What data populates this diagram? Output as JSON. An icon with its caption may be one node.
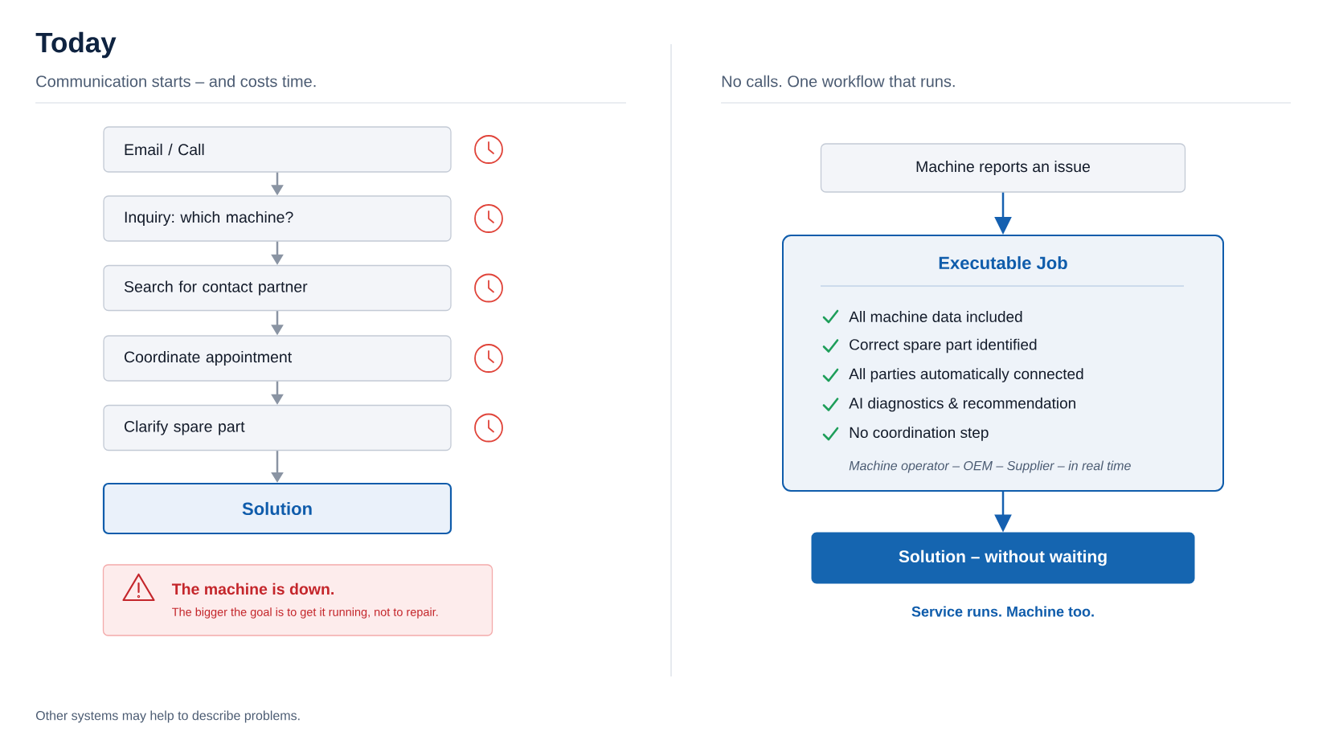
{
  "diagram": {
    "nodes": [
      {
        "text": [
          "Email / Call"
        ]
      },
      {
        "text": [
          "Inquiry: which machine?"
        ]
      },
      {
        "text": [
          "Search for contact partner"
        ]
      },
      {
        "text": [
          "Coordinate appointment"
        ]
      },
      {
        "text": [
          "Clarify spare part"
        ]
      },
      {
        "text": [
          "Solution"
        ]
      },
      {
        "text": [
          "The machine is down.",
          "The bigger the goal is to get it running, not to repair."
        ]
      },
      {
        "text": [
          "Machine reports an issue"
        ]
      },
      {
        "text": [
          "Executable Job",
          "All machine data included",
          "Correct spare part identified",
          "All parties automatically connected",
          "AI diagnostics & recommendation",
          "No coordination step",
          "Machine operator – OEM – Supplier – in real time"
        ]
      },
      {
        "text": [
          "Solution – without waiting"
        ],
        "beside": [
          "Service runs. Machine too."
        ]
      }
    ],
    "edges": [
      {
        "from": 0,
        "to": 1,
        "arrow": "to"
      },
      {
        "from": 1,
        "to": 2,
        "arrow": "to"
      },
      {
        "from": 2,
        "to": 3,
        "arrow": "to"
      },
      {
        "from": 3,
        "to": 4,
        "arrow": "to"
      },
      {
        "from": 4,
        "to": 5,
        "arrow": "to"
      },
      {
        "from": 7,
        "to": 8,
        "arrow": "to",
        "color": "#1560b0"
      },
      {
        "from": 8,
        "to": 9,
        "arrow": "to",
        "color": "#1560b0"
      }
    ],
    "labels": [
      "Today",
      "Communication starts – and costs time.",
      "No calls. One workflow that runs.",
      "Other systems may help to describe problems."
    ]
  }
}
